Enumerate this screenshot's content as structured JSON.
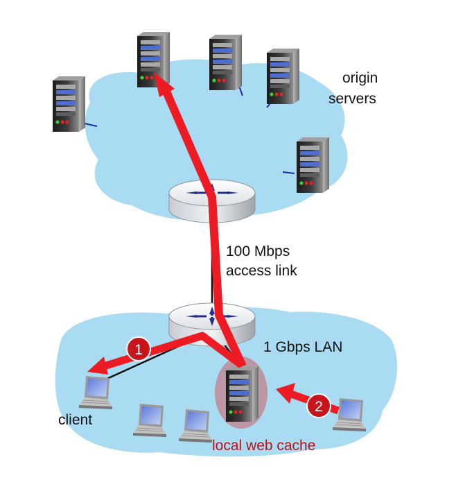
{
  "labels": {
    "origin_line1": "origin",
    "origin_line2": "servers",
    "access_line1": "100 Mbps",
    "access_line2": "access link",
    "lan": "1 Gbps LAN",
    "client": "client",
    "cache": "local web cache"
  },
  "badges": {
    "b1": "1",
    "b2": "2"
  },
  "colors": {
    "cloud": "#a9dcf2",
    "arrow": "#ec1b24",
    "badge": "#c8151c",
    "cache_highlight": "#c08a96",
    "cache_label": "#b3141c",
    "link": "#1f2aa8"
  },
  "icons": [
    "server-icon",
    "router-icon",
    "laptop-icon"
  ]
}
